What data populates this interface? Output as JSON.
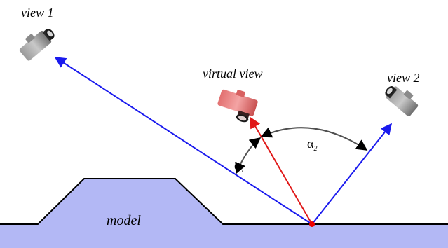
{
  "labels": {
    "view1": "view 1",
    "view2": "view 2",
    "virtual_view": "virtual view",
    "model": "model"
  },
  "angles": {
    "alpha1": {
      "symbol": "α",
      "subscript": "1"
    },
    "alpha2": {
      "symbol": "α",
      "subscript": "2"
    }
  },
  "colors": {
    "model_fill": "#b3b8f5",
    "real_ray": "#1a1aee",
    "virtual_ray": "#e01818",
    "angle_arc": "#505050",
    "surface_point": "#ee0000",
    "camera_body": "#7a7a7a",
    "virtual_camera_body": "#e86a6a"
  }
}
